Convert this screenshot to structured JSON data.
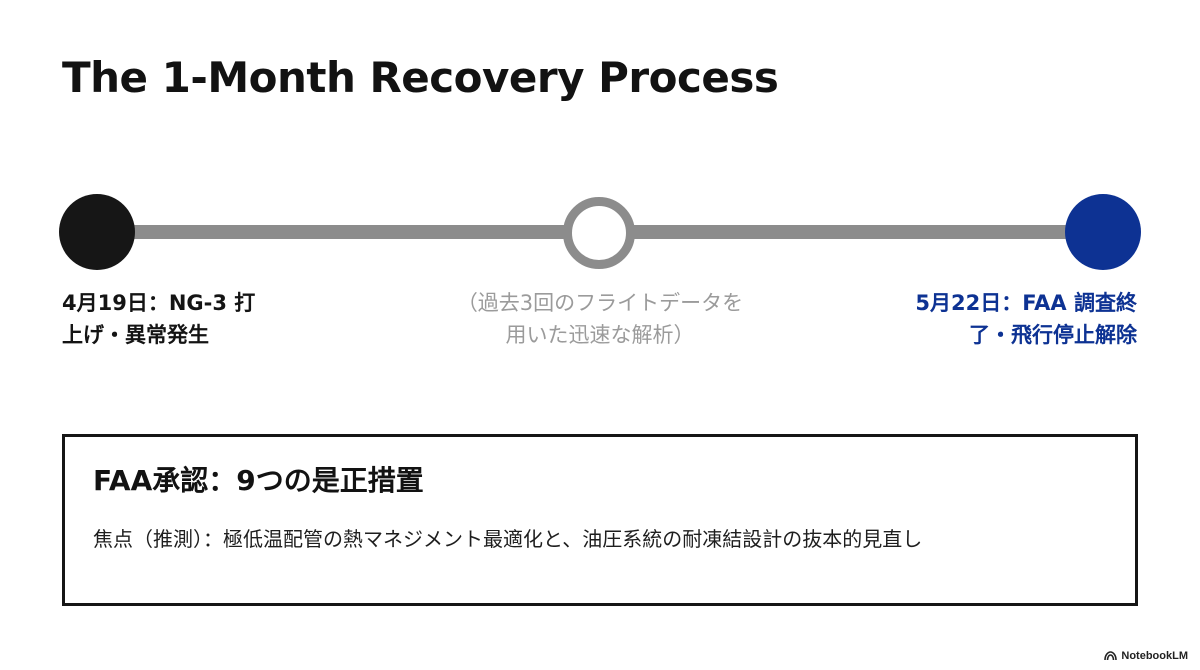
{
  "title": "The 1-Month Recovery Process",
  "timeline": {
    "milestones": [
      {
        "status": "start",
        "color": "#161616",
        "lines": [
          "4月19日：NG-3 打",
          "上げ・異常発生"
        ]
      },
      {
        "status": "in-progress",
        "color": "#8c8c8c",
        "lines": [
          "（過去3回のフライトデータを",
          "用いた迅速な解析）"
        ]
      },
      {
        "status": "complete",
        "color": "#0d3293",
        "lines": [
          "5月22日：FAA 調査終",
          "了・飛行停止解除"
        ]
      }
    ],
    "track_color": "#8c8c8c"
  },
  "info_box": {
    "heading": "FAA承認：9つの是正措置",
    "body": "焦点（推測）：極低温配管の熱マネジメント最適化と、油圧系統の耐凍結設計の抜本的見直し"
  },
  "brand": {
    "icon": "notebooklm-logo-icon",
    "label": "NotebookLM"
  },
  "colors": {
    "accent": "#0d3293",
    "text": "#121212",
    "muted": "#9b9b9b"
  }
}
